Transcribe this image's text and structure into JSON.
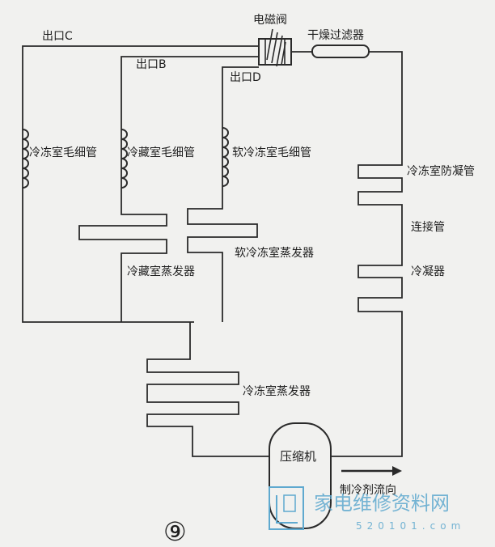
{
  "labels": {
    "outlet_c": "出口C",
    "outlet_b": "出口B",
    "outlet_d": "出口D",
    "solenoid_valve": "电磁阀",
    "dryer_filter": "干燥过滤器",
    "freezer_capillary": "冷冻室毛细管",
    "fridge_capillary": "冷藏室毛细管",
    "soft_freezer_capillary": "软冷冻室毛细管",
    "freezer_anticondensation_pipe": "冷冻室防凝管",
    "connecting_pipe": "连接管",
    "soft_freezer_evaporator": "软冷冻室蒸发器",
    "fridge_evaporator": "冷藏室蒸发器",
    "condenser": "冷凝器",
    "freezer_evaporator": "冷冻室蒸发器",
    "compressor": "压缩机",
    "flow_direction": "制冷剂流向",
    "figure_number": "⑨"
  },
  "watermark": {
    "text": "家电维修资料网",
    "domain": "520101.com"
  },
  "colors": {
    "line": "#2a2a2a",
    "background": "#f1f1ef",
    "watermark": "#5fa9cf"
  }
}
